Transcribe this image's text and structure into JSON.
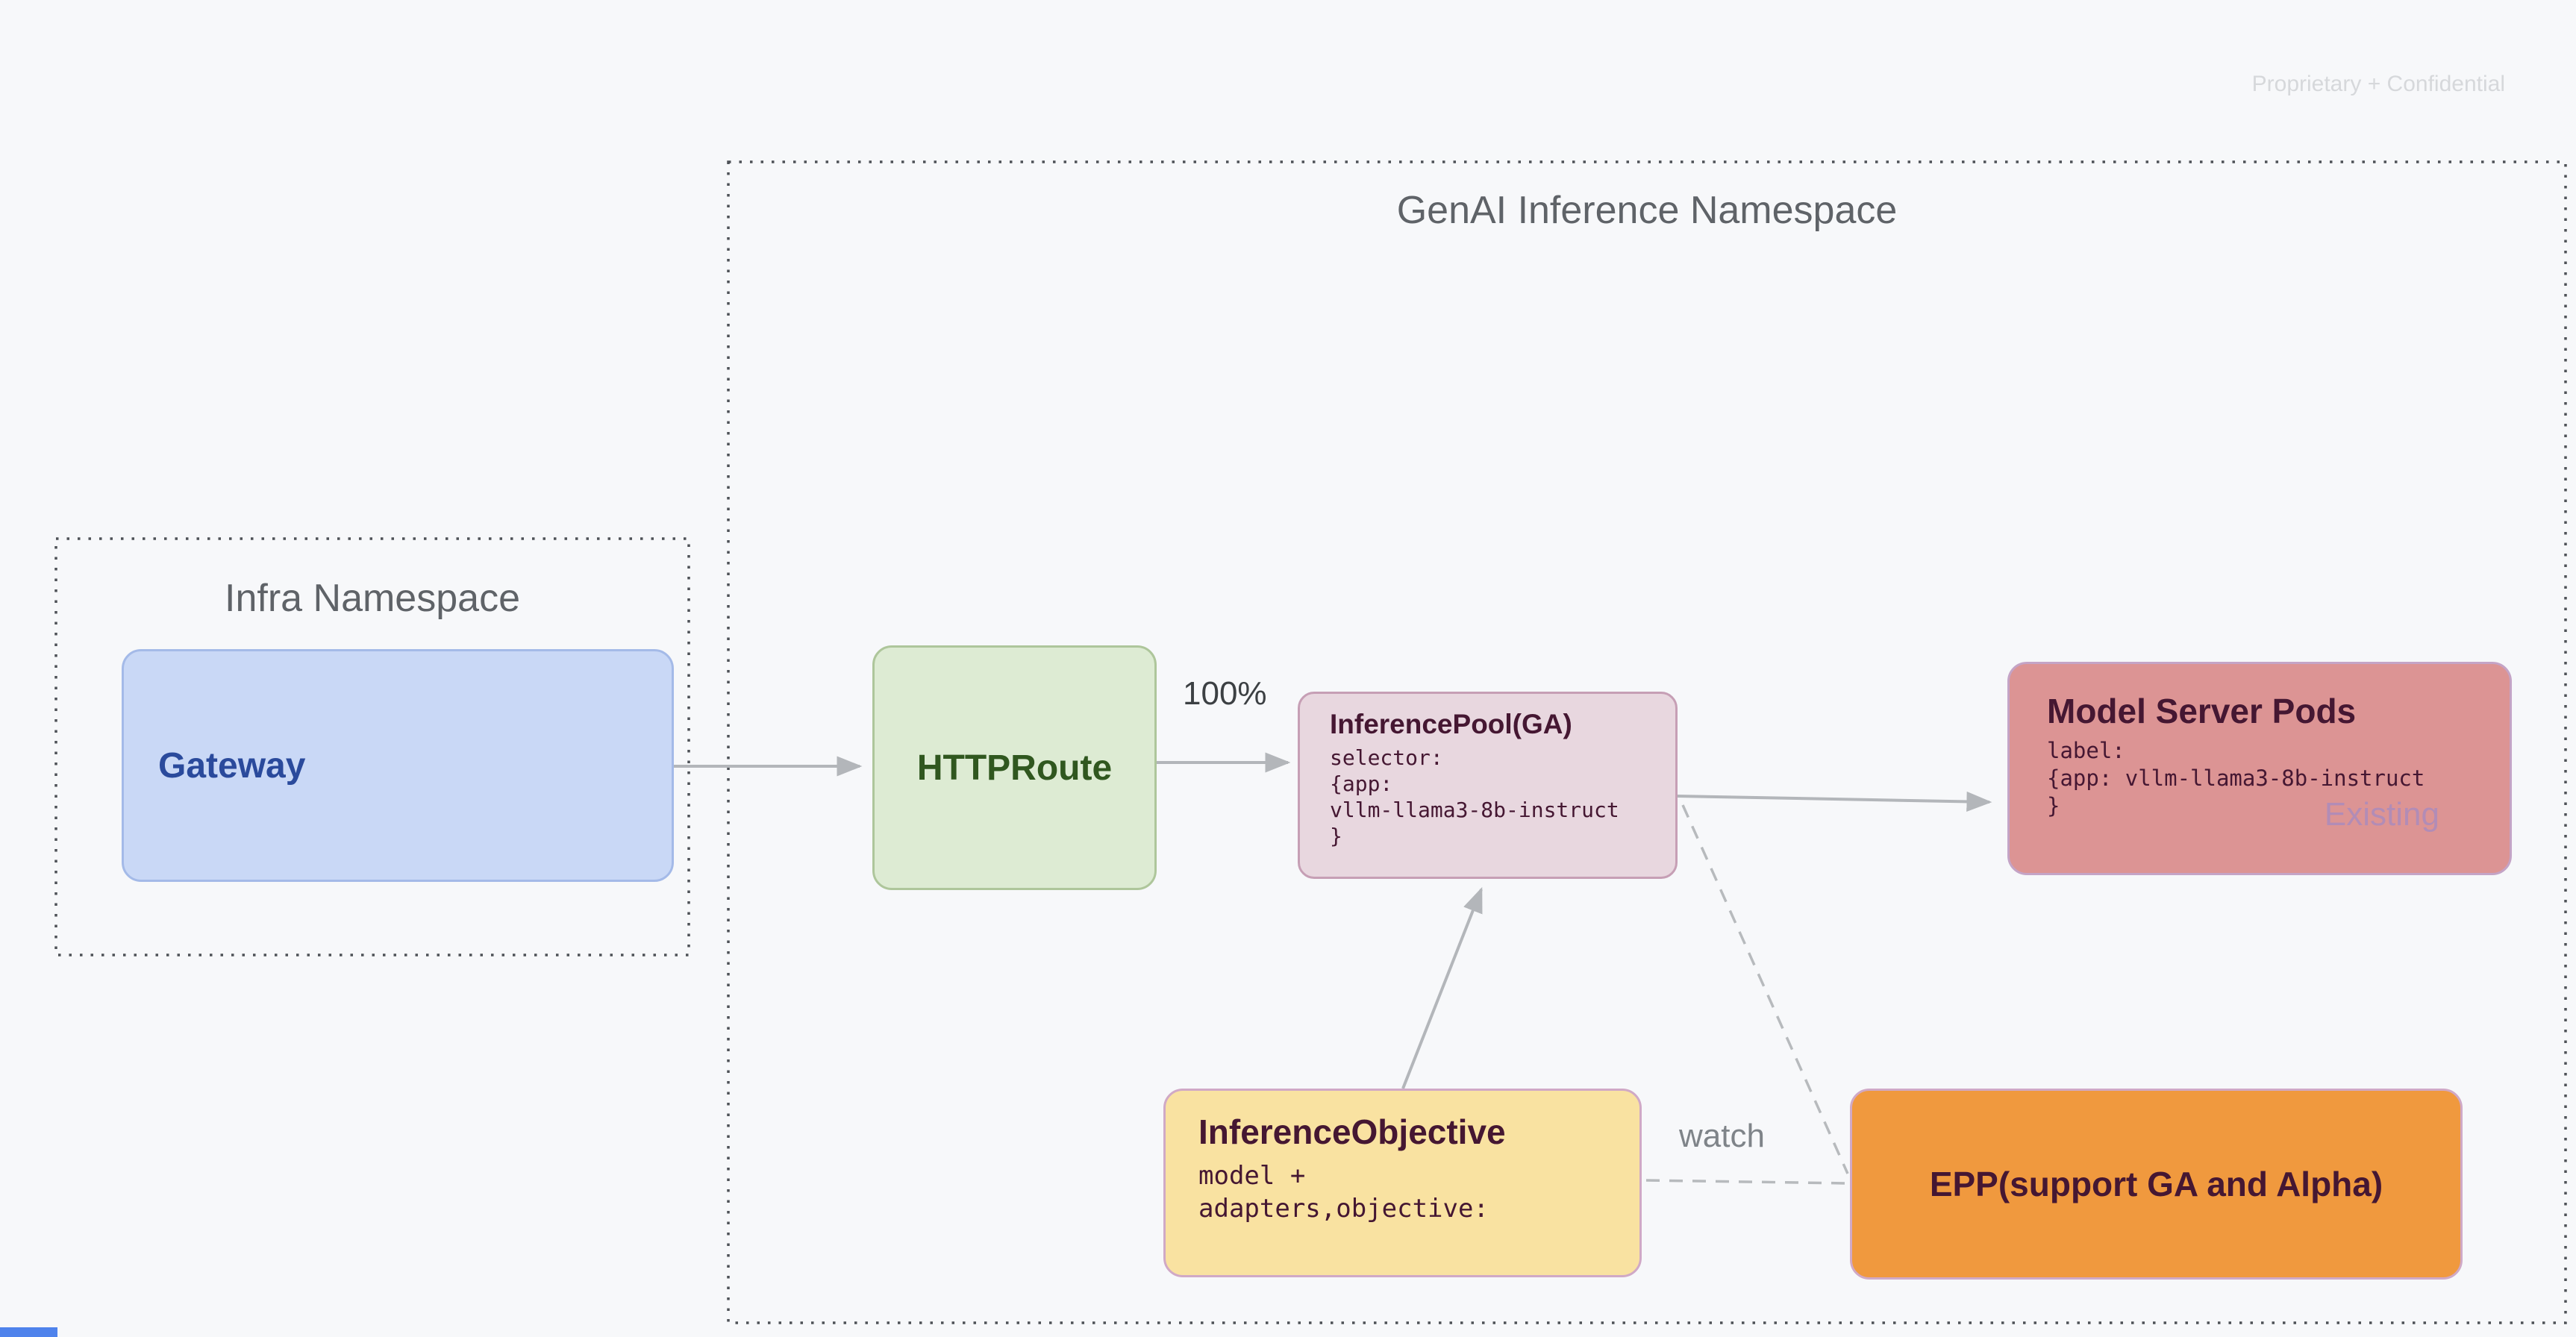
{
  "watermark": "Proprietary + Confidential",
  "namespaces": {
    "genai": {
      "title": "GenAI Inference Namespace"
    },
    "infra": {
      "title": "Infra Namespace"
    }
  },
  "nodes": {
    "gateway": {
      "label": "Gateway",
      "fill": "#c9d8f6",
      "border": "#a4bae8",
      "text_color": "#2a4a9c"
    },
    "httproute": {
      "label": "HTTPRoute",
      "fill": "#ddebd3",
      "border": "#aec69b",
      "text_color": "#30571f"
    },
    "inference_pool": {
      "title": "InferencePool(GA)",
      "body_lines": [
        "selector:",
        "{app:",
        "vllm-llama3-8b-instruct",
        "}"
      ],
      "fill": "#e8d7df",
      "border": "#c69fb5",
      "text_color": "#451732"
    },
    "model_server_pods": {
      "title": "Model Server Pods",
      "body_lines": [
        "label:",
        "{app: vllm-llama3-8b-instruct",
        "}"
      ],
      "badge": "Existing",
      "fill": "#dc9494",
      "border": "#c4a4c6",
      "text_color": "#451732",
      "badge_color": "#b28cb6"
    },
    "inference_objective": {
      "title": "InferenceObjective",
      "body_lines": [
        "model +",
        "adapters,objective:"
      ],
      "fill": "#f9e2a1",
      "border": "#d0a9c6",
      "text_color": "#451732"
    },
    "epp": {
      "label": "EPP(support GA and Alpha)",
      "fill": "#f0993e",
      "border": "#d0a9c6",
      "text_color": "#451732"
    }
  },
  "edge_labels": {
    "traffic_split": "100%",
    "watch": "watch"
  },
  "edge_color": "#b3b6ba",
  "namespace_border_color": "#4d5156"
}
